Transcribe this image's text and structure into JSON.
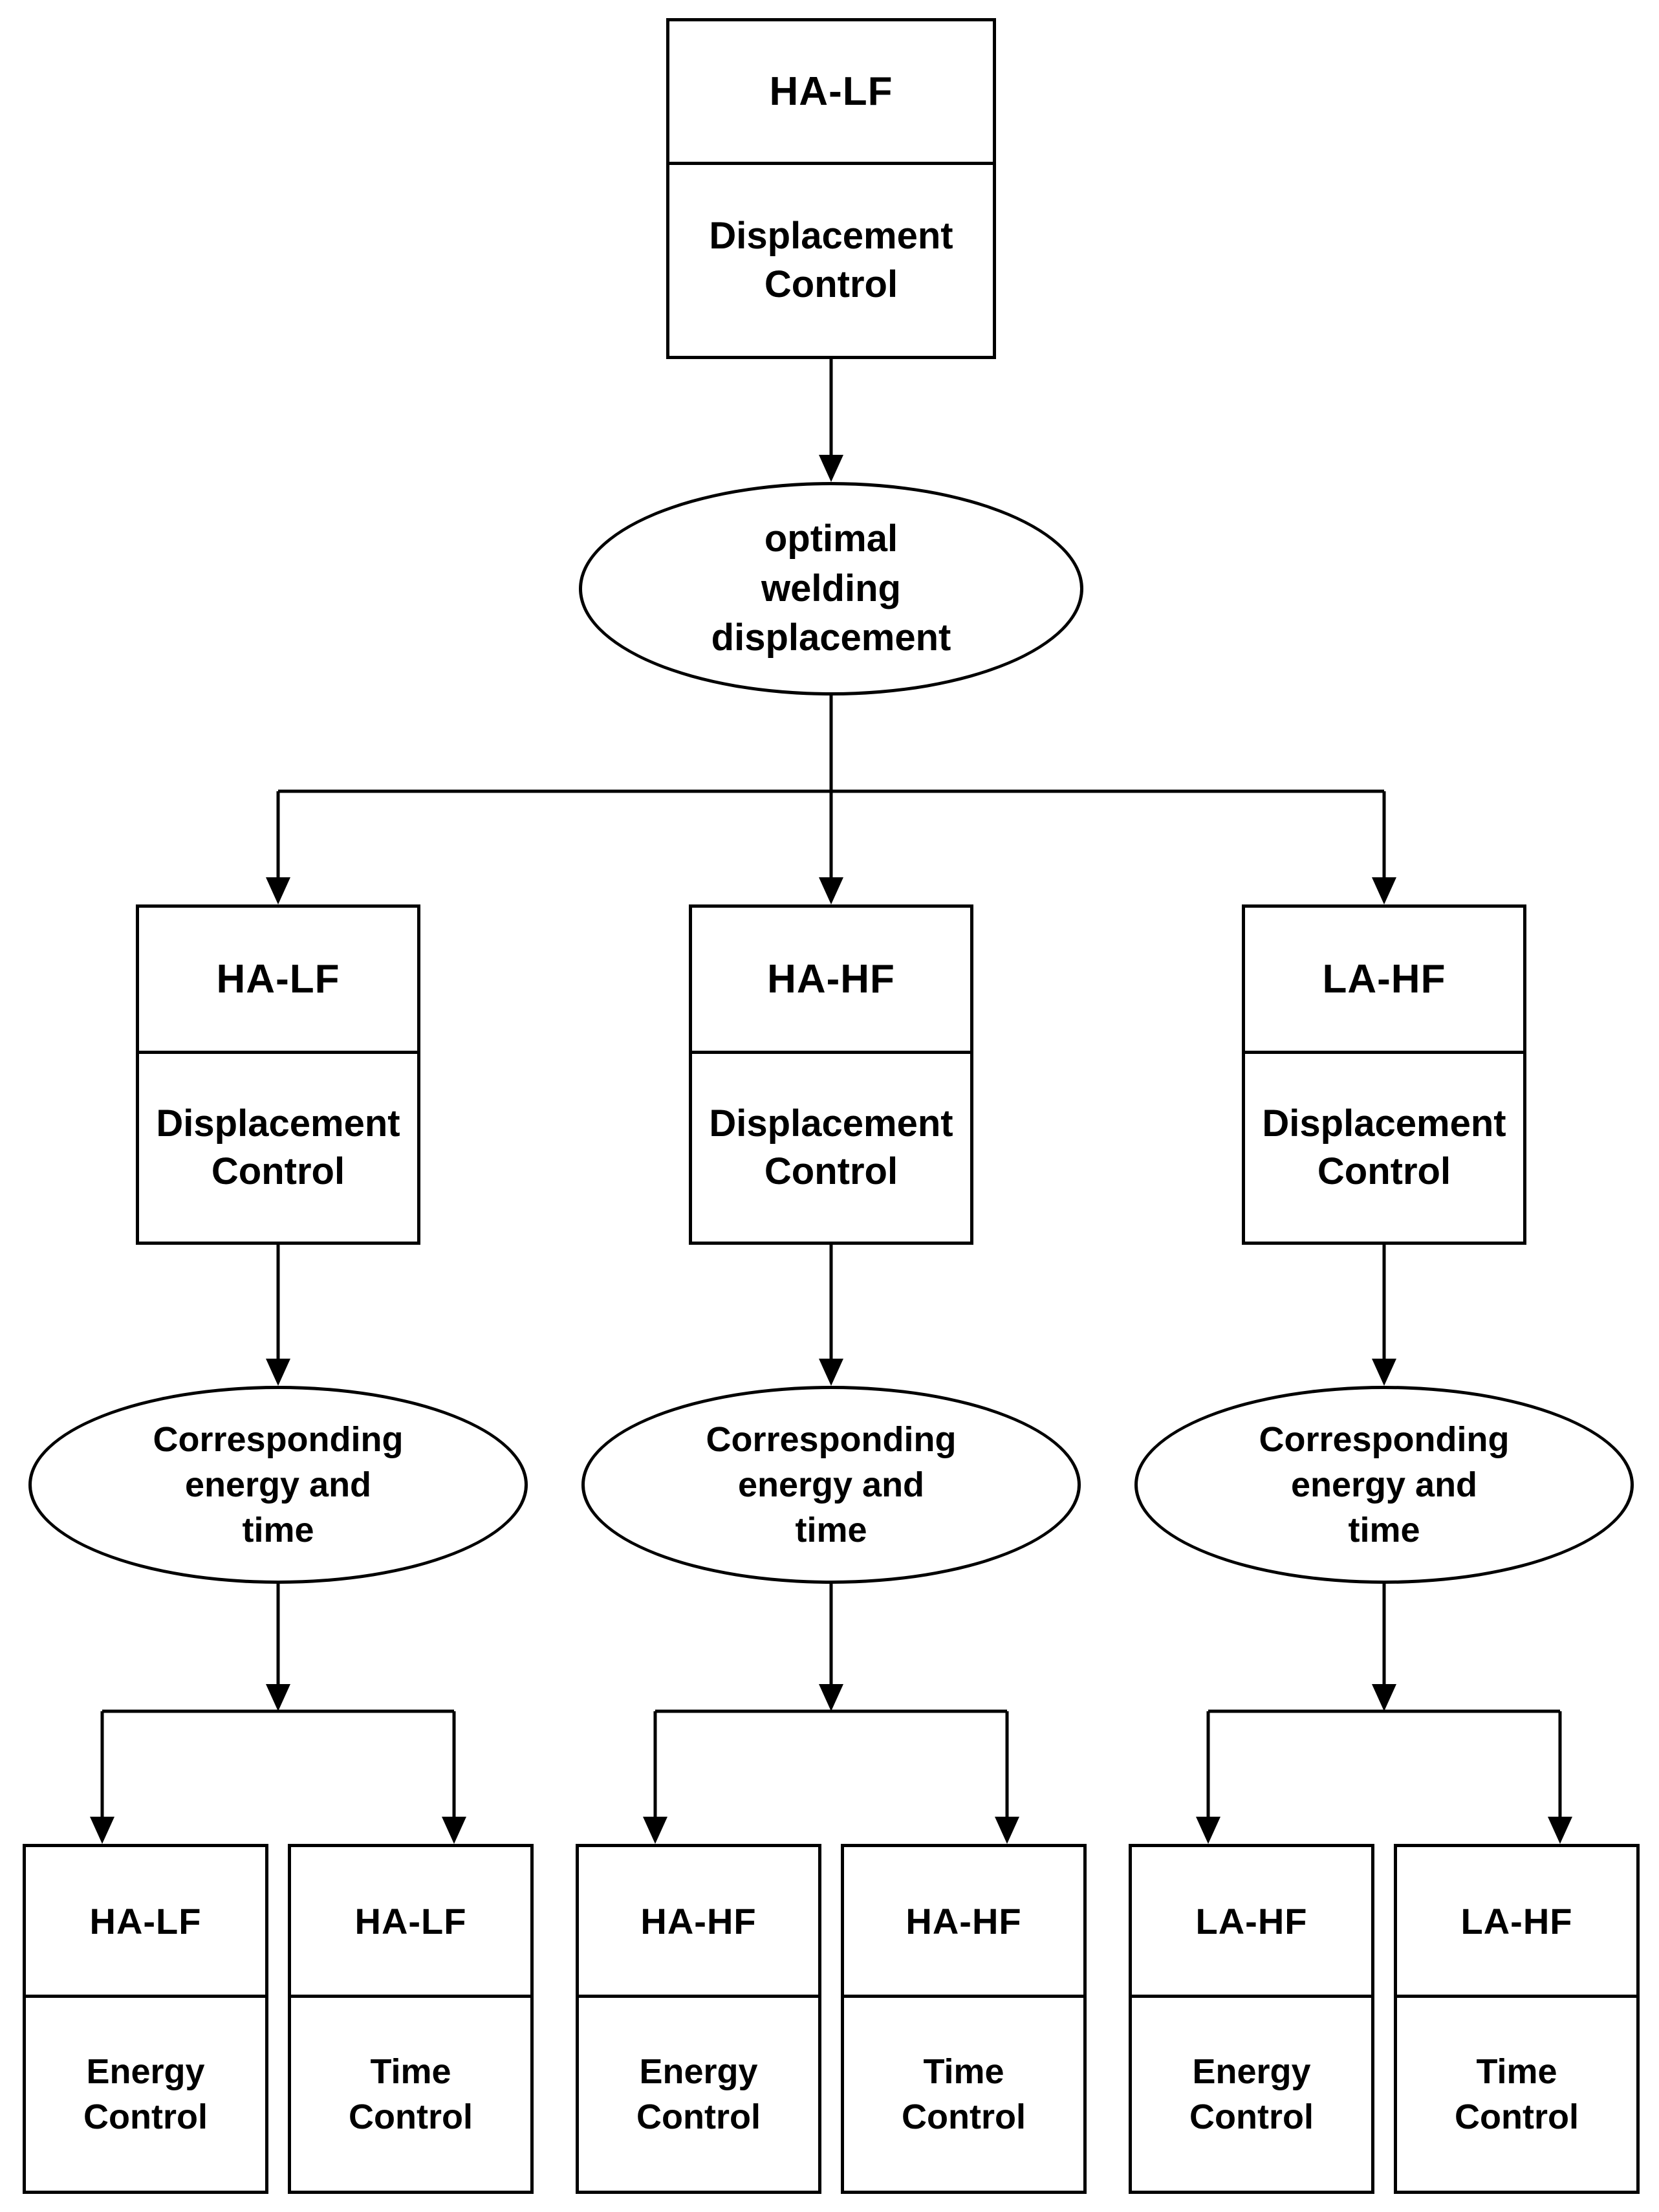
{
  "diagram": {
    "top": {
      "title": "HA-LF",
      "subtitle": "Displacement\nControl"
    },
    "optimal": {
      "label": "optimal\nwelding\ndisplacement"
    },
    "columns": [
      {
        "box": {
          "title": "HA-LF",
          "subtitle": "Displacement\nControl"
        },
        "ellipse": {
          "label": "Corresponding\nenergy and\ntime"
        },
        "energy": {
          "title": "HA-LF",
          "subtitle": "Energy\nControl"
        },
        "time": {
          "title": "HA-LF",
          "subtitle": "Time\nControl"
        }
      },
      {
        "box": {
          "title": "HA-HF",
          "subtitle": "Displacement\nControl"
        },
        "ellipse": {
          "label": "Corresponding\nenergy and\ntime"
        },
        "energy": {
          "title": "HA-HF",
          "subtitle": "Energy\nControl"
        },
        "time": {
          "title": "HA-HF",
          "subtitle": "Time\nControl"
        }
      },
      {
        "box": {
          "title": "LA-HF",
          "subtitle": "Displacement\nControl"
        },
        "ellipse": {
          "label": "Corresponding\nenergy and\ntime"
        },
        "energy": {
          "title": "LA-HF",
          "subtitle": "Energy\nControl"
        },
        "time": {
          "title": "LA-HF",
          "subtitle": "Time\nControl"
        }
      }
    ],
    "colors": {
      "stroke": "#000000",
      "background": "#ffffff",
      "text": "#000000"
    }
  }
}
